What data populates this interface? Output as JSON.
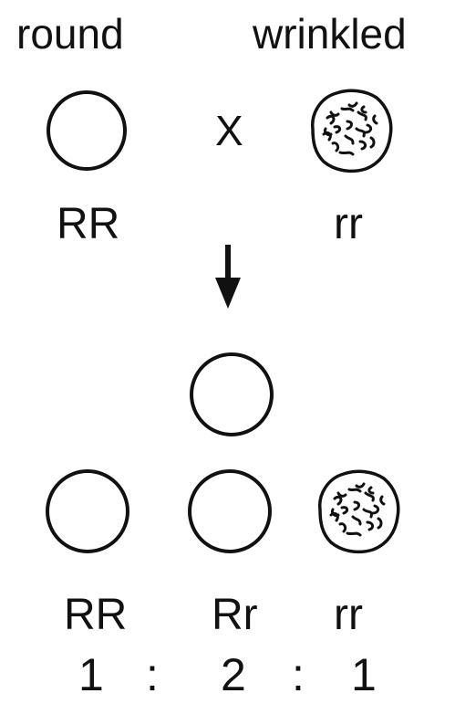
{
  "parents": {
    "left": {
      "phenotype": "round",
      "genotype": "RR",
      "shape": "round-pea"
    },
    "cross_symbol": "X",
    "right": {
      "phenotype": "wrinkled",
      "genotype": "rr",
      "shape": "wrinkled-pea"
    }
  },
  "arrow": "down-arrow",
  "offspring": {
    "genotypes": [
      "RR",
      "Rr",
      "rr"
    ],
    "ratio": [
      "1",
      ":",
      "2",
      ":",
      "1"
    ]
  },
  "colors": {
    "ink": "#111111",
    "background": "#ffffff"
  }
}
